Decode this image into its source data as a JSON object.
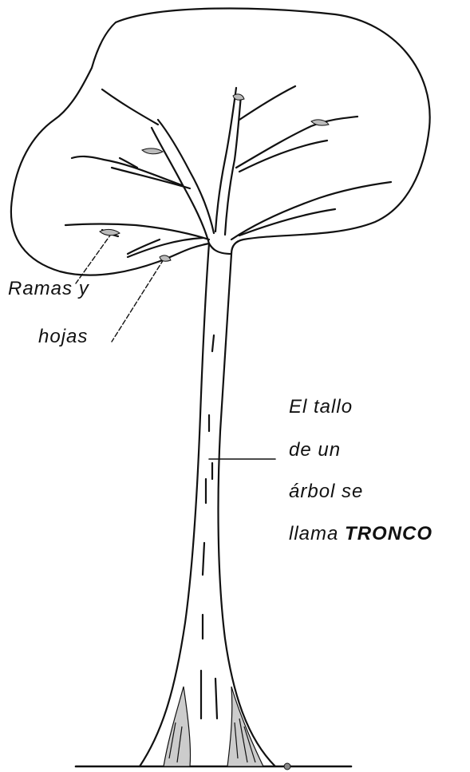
{
  "labels": {
    "branches_line1": "Ramas y",
    "branches_line2": "hojas",
    "trunk_line1": "El tallo",
    "trunk_line2": "de un",
    "trunk_line3": "árbol se",
    "trunk_line4_prefix": "llama",
    "trunk_line4_emphasis": "TRONCO"
  },
  "colors": {
    "ink": "#111111",
    "shade": "#bbbbbb",
    "background": "#ffffff"
  }
}
